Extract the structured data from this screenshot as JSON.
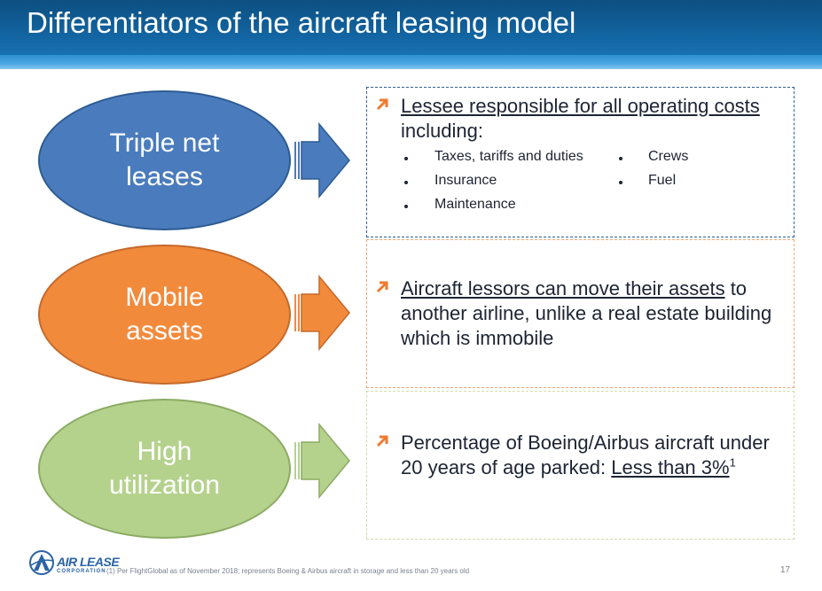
{
  "header": {
    "title": "Differentiators of the aircraft leasing model"
  },
  "rows": [
    {
      "oval_lines": [
        "Triple net",
        "leases"
      ],
      "oval_color": "#4a7cbd",
      "lead_underlined": "Lessee responsible for all operating costs",
      "lead_rest": "including:",
      "sub_items_left": [
        "Taxes, tariffs and duties",
        "Insurance",
        "Maintenance"
      ],
      "sub_items_right": [
        "Crews",
        "Fuel"
      ]
    },
    {
      "oval_lines": [
        "Mobile",
        "assets"
      ],
      "oval_color": "#f28a3c",
      "lead_underlined": "Aircraft lessors can move their assets",
      "lead_rest": " to another airline, unlike a real estate building which is immobile"
    },
    {
      "oval_lines": [
        "High",
        "utilization"
      ],
      "oval_color": "#b5d28d",
      "lead_plain": "Percentage of Boeing/Airbus aircraft under 20 years of age parked: ",
      "lead_underlined": "Less than 3%",
      "lead_sup": "1"
    }
  ],
  "bullet_icon": "arrow-northeast-icon",
  "footer": {
    "logo_line1": "AIR LEASE",
    "logo_line2": "CORPORATION",
    "footnote": "(1) Per FlightGlobal as of November 2018; represents Boeing & Airbus aircraft in storage and less than 20 years old",
    "page_number": "17"
  }
}
